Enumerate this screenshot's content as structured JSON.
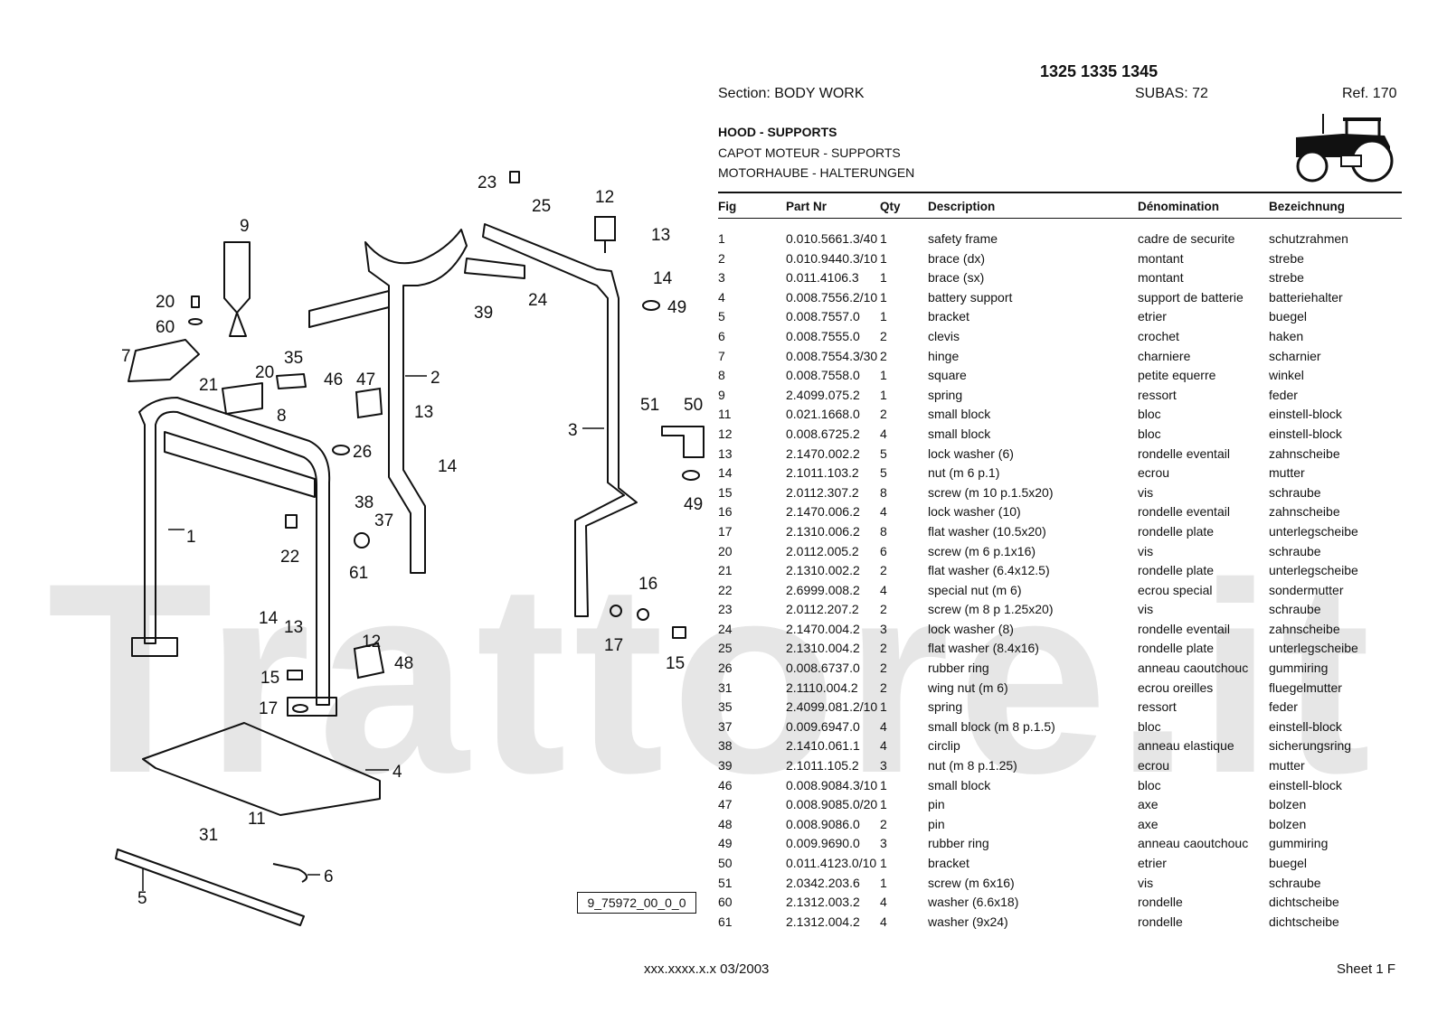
{
  "watermark": "Trattore.it",
  "header": {
    "models": "1325 1335 1345",
    "section": "Section: BODY  WORK",
    "subas": "SUBAS: 72",
    "ref": "Ref. 170",
    "title_en": "HOOD - SUPPORTS",
    "title_fr": "CAPOT MOTEUR - SUPPORTS",
    "title_de": "MOTORHAUBE - HALTERUNGEN"
  },
  "table": {
    "columns": [
      "Fig",
      "Part Nr",
      "Qty",
      "Description",
      "Dénomination",
      "Bezeichnung"
    ],
    "rows": [
      [
        "1",
        "0.010.5661.3/40",
        "1",
        "safety frame",
        "cadre de securite",
        "schutzrahmen"
      ],
      [
        "2",
        "0.010.9440.3/10",
        "1",
        "brace (dx)",
        "montant",
        "strebe"
      ],
      [
        "3",
        "0.011.4106.3",
        "1",
        "brace (sx)",
        "montant",
        "strebe"
      ],
      [
        "4",
        "0.008.7556.2/10",
        "1",
        "battery support",
        "support de batterie",
        "batteriehalter"
      ],
      [
        "5",
        "0.008.7557.0",
        "1",
        "bracket",
        "etrier",
        "buegel"
      ],
      [
        "6",
        "0.008.7555.0",
        "2",
        "clevis",
        "crochet",
        "haken"
      ],
      [
        "7",
        "0.008.7554.3/30",
        "2",
        "hinge",
        "charniere",
        "scharnier"
      ],
      [
        "8",
        "0.008.7558.0",
        "1",
        "square",
        "petite equerre",
        "winkel"
      ],
      [
        "9",
        "2.4099.075.2",
        "1",
        "spring",
        "ressort",
        "feder"
      ],
      [
        "11",
        "0.021.1668.0",
        "2",
        "small block",
        "bloc",
        "einstell-block"
      ],
      [
        "12",
        "0.008.6725.2",
        "4",
        "small block",
        "bloc",
        "einstell-block"
      ],
      [
        "13",
        "2.1470.002.2",
        "5",
        "lock washer (6)",
        "rondelle eventail",
        "zahnscheibe"
      ],
      [
        "14",
        "2.1011.103.2",
        "5",
        "nut (m 6 p.1)",
        "ecrou",
        "mutter"
      ],
      [
        "15",
        "2.0112.307.2",
        "8",
        "screw (m 10 p.1.5x20)",
        "vis",
        "schraube"
      ],
      [
        "16",
        "2.1470.006.2",
        "4",
        "lock washer (10)",
        "rondelle eventail",
        "zahnscheibe"
      ],
      [
        "17",
        "2.1310.006.2",
        "8",
        "flat washer (10.5x20)",
        "rondelle plate",
        "unterlegscheibe"
      ],
      [
        "20",
        "2.0112.005.2",
        "6",
        "screw (m 6 p.1x16)",
        "vis",
        "schraube"
      ],
      [
        "21",
        "2.1310.002.2",
        "2",
        "flat washer (6.4x12.5)",
        "rondelle plate",
        "unterlegscheibe"
      ],
      [
        "22",
        "2.6999.008.2",
        "4",
        "special nut (m 6)",
        "ecrou special",
        "sondermutter"
      ],
      [
        "23",
        "2.0112.207.2",
        "2",
        "screw (m 8 p 1.25x20)",
        "vis",
        "schraube"
      ],
      [
        "24",
        "2.1470.004.2",
        "3",
        "lock washer (8)",
        "rondelle eventail",
        "zahnscheibe"
      ],
      [
        "25",
        "2.1310.004.2",
        "2",
        "flat washer (8.4x16)",
        "rondelle plate",
        "unterlegscheibe"
      ],
      [
        "26",
        "0.008.6737.0",
        "2",
        "rubber ring",
        "anneau caoutchouc",
        "gummiring"
      ],
      [
        "31",
        "2.1110.004.2",
        "2",
        "wing nut (m 6)",
        "ecrou oreilles",
        "fluegelmutter"
      ],
      [
        "35",
        "2.4099.081.2/10",
        "1",
        "spring",
        "ressort",
        "feder"
      ],
      [
        "37",
        "0.009.6947.0",
        "4",
        "small block (m 8 p.1.5)",
        "bloc",
        "einstell-block"
      ],
      [
        "38",
        "2.1410.061.1",
        "4",
        "circlip",
        "anneau elastique",
        "sicherungsring"
      ],
      [
        "39",
        "2.1011.105.2",
        "3",
        "nut (m 8 p.1.25)",
        "ecrou",
        "mutter"
      ],
      [
        "46",
        "0.008.9084.3/10",
        "1",
        "small block",
        "bloc",
        "einstell-block"
      ],
      [
        "47",
        "0.008.9085.0/20",
        "1",
        "pin",
        "axe",
        "bolzen"
      ],
      [
        "48",
        "0.008.9086.0",
        "2",
        "pin",
        "axe",
        "bolzen"
      ],
      [
        "49",
        "0.009.9690.0",
        "3",
        "rubber ring",
        "anneau caoutchouc",
        "gummiring"
      ],
      [
        "50",
        "0.011.4123.0/10",
        "1",
        "bracket",
        "etrier",
        "buegel"
      ],
      [
        "51",
        "2.0342.203.6",
        "1",
        "screw (m 6x16)",
        "vis",
        "schraube"
      ],
      [
        "60",
        "2.1312.003.2",
        "4",
        "washer (6.6x18)",
        "rondelle",
        "dichtscheibe"
      ],
      [
        "61",
        "2.1312.004.2",
        "4",
        "washer (9x24)",
        "rondelle",
        "dichtscheibe"
      ]
    ]
  },
  "diagram": {
    "drawing_id": "9_75972_00_0_0",
    "callouts": [
      "1",
      "2",
      "3",
      "4",
      "5",
      "6",
      "7",
      "8",
      "9",
      "11",
      "12",
      "12",
      "13",
      "13",
      "13",
      "14",
      "14",
      "14",
      "15",
      "15",
      "16",
      "17",
      "17",
      "20",
      "20",
      "21",
      "22",
      "23",
      "24",
      "25",
      "26",
      "31",
      "35",
      "37",
      "38",
      "39",
      "46",
      "47",
      "48",
      "49",
      "49",
      "50",
      "51",
      "60",
      "61"
    ]
  },
  "footer": {
    "code": "xxx.xxxx.x.x  03/2003",
    "sheet": "Sheet 1 F"
  }
}
